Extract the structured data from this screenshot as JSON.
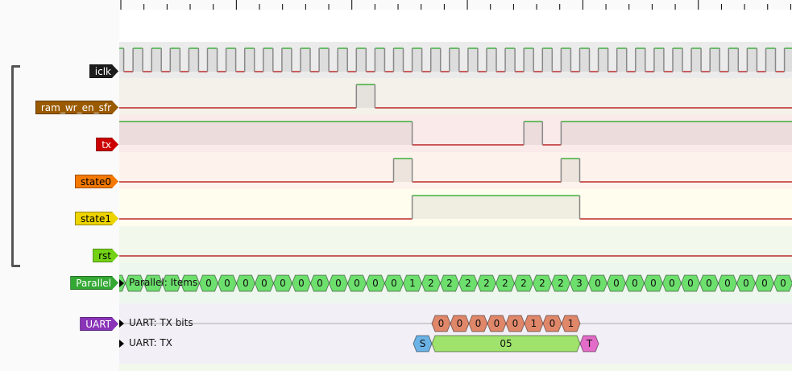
{
  "signals": [
    {
      "name": "iclk",
      "color": "#1c1c1c",
      "bg": "#ebebeb",
      "type": "clock"
    },
    {
      "name": "ram_wr_en_sfr",
      "color": "#9a5a00",
      "bg": "#f4f0ea",
      "high": [
        [
          26,
          28
        ]
      ]
    },
    {
      "name": "tx",
      "color": "#cc0000",
      "bg": "#fbeaea",
      "high": [
        [
          0,
          32
        ],
        [
          44,
          46
        ],
        [
          48,
          80
        ]
      ]
    },
    {
      "name": "state0",
      "color": "#f57900",
      "bg": "#fdf3ec",
      "high": [
        [
          30,
          32
        ],
        [
          48,
          50
        ]
      ]
    },
    {
      "name": "state1",
      "color": "#edd400",
      "bg": "#fffdee",
      "high": [
        [
          32,
          50
        ]
      ],
      "selected": true
    },
    {
      "name": "rst",
      "color": "#73d216",
      "bg": "#f2f8ec",
      "high": []
    }
  ],
  "parallel": {
    "name": "Parallel",
    "color": "#33a833",
    "row_label": "Parallel: Items",
    "items": [
      "",
      "",
      "",
      "",
      "",
      "0",
      "0",
      "0",
      "0",
      "0",
      "0",
      "0",
      "0",
      "0",
      "0",
      "0",
      "1",
      "2",
      "2",
      "2",
      "2",
      "2",
      "2",
      "2",
      "2",
      "3",
      "0",
      "0",
      "0",
      "0",
      "0",
      "0",
      "0",
      "0",
      "0",
      "0",
      "0"
    ]
  },
  "uart": {
    "name": "UART",
    "color": "#8a34b8",
    "bits_label": "UART: TX bits",
    "tx_label": "UART: TX",
    "bits": [
      "0",
      "0",
      "0",
      "0",
      "0",
      "1",
      "0",
      "1"
    ],
    "start": "S",
    "data": "05",
    "stop": "T",
    "colors": {
      "bits": "#e0876a",
      "start": "#6bb3e6",
      "data": "#a0e36c",
      "stop": "#e36cc9"
    }
  }
}
